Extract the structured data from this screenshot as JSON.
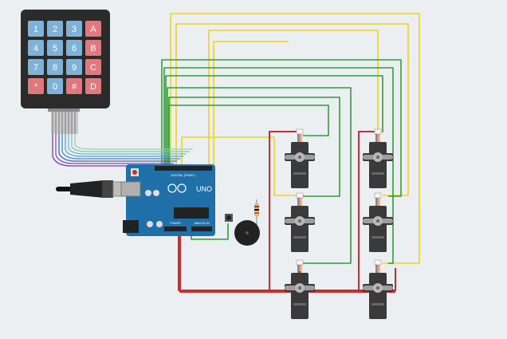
{
  "colors": {
    "background": "#eceff1",
    "board": "#1f6fa8",
    "keypad_body": "#2b2b2b",
    "key_blue": "#7fb2d6",
    "key_red": "#e0797d",
    "wire_yellow": "#f1d21a",
    "wire_green": "#2f9e38",
    "wire_red": "#d22a2a",
    "servo_body": "#3a3a3a",
    "servo_horn": "#9e9e9e"
  },
  "keypad": {
    "keys": [
      {
        "label": "1",
        "color": "blue"
      },
      {
        "label": "2",
        "color": "blue"
      },
      {
        "label": "3",
        "color": "blue"
      },
      {
        "label": "A",
        "color": "red"
      },
      {
        "label": "4",
        "color": "blue"
      },
      {
        "label": "5",
        "color": "blue"
      },
      {
        "label": "6",
        "color": "blue"
      },
      {
        "label": "B",
        "color": "red"
      },
      {
        "label": "7",
        "color": "blue"
      },
      {
        "label": "8",
        "color": "blue"
      },
      {
        "label": "9",
        "color": "blue"
      },
      {
        "label": "C",
        "color": "red"
      },
      {
        "label": "*",
        "color": "red"
      },
      {
        "label": "0",
        "color": "blue"
      },
      {
        "label": "#",
        "color": "red"
      },
      {
        "label": "D",
        "color": "red"
      }
    ]
  },
  "arduino": {
    "model_label": "UNO",
    "digital_header": "DIGITAL (PWM~)",
    "analog_header": "ANALOG IN",
    "power_header": "POWER"
  },
  "servos": [
    {
      "icon": "servo-icon"
    },
    {
      "icon": "servo-icon"
    },
    {
      "icon": "servo-icon"
    },
    {
      "icon": "servo-icon"
    },
    {
      "icon": "servo-icon"
    },
    {
      "icon": "servo-icon"
    }
  ]
}
